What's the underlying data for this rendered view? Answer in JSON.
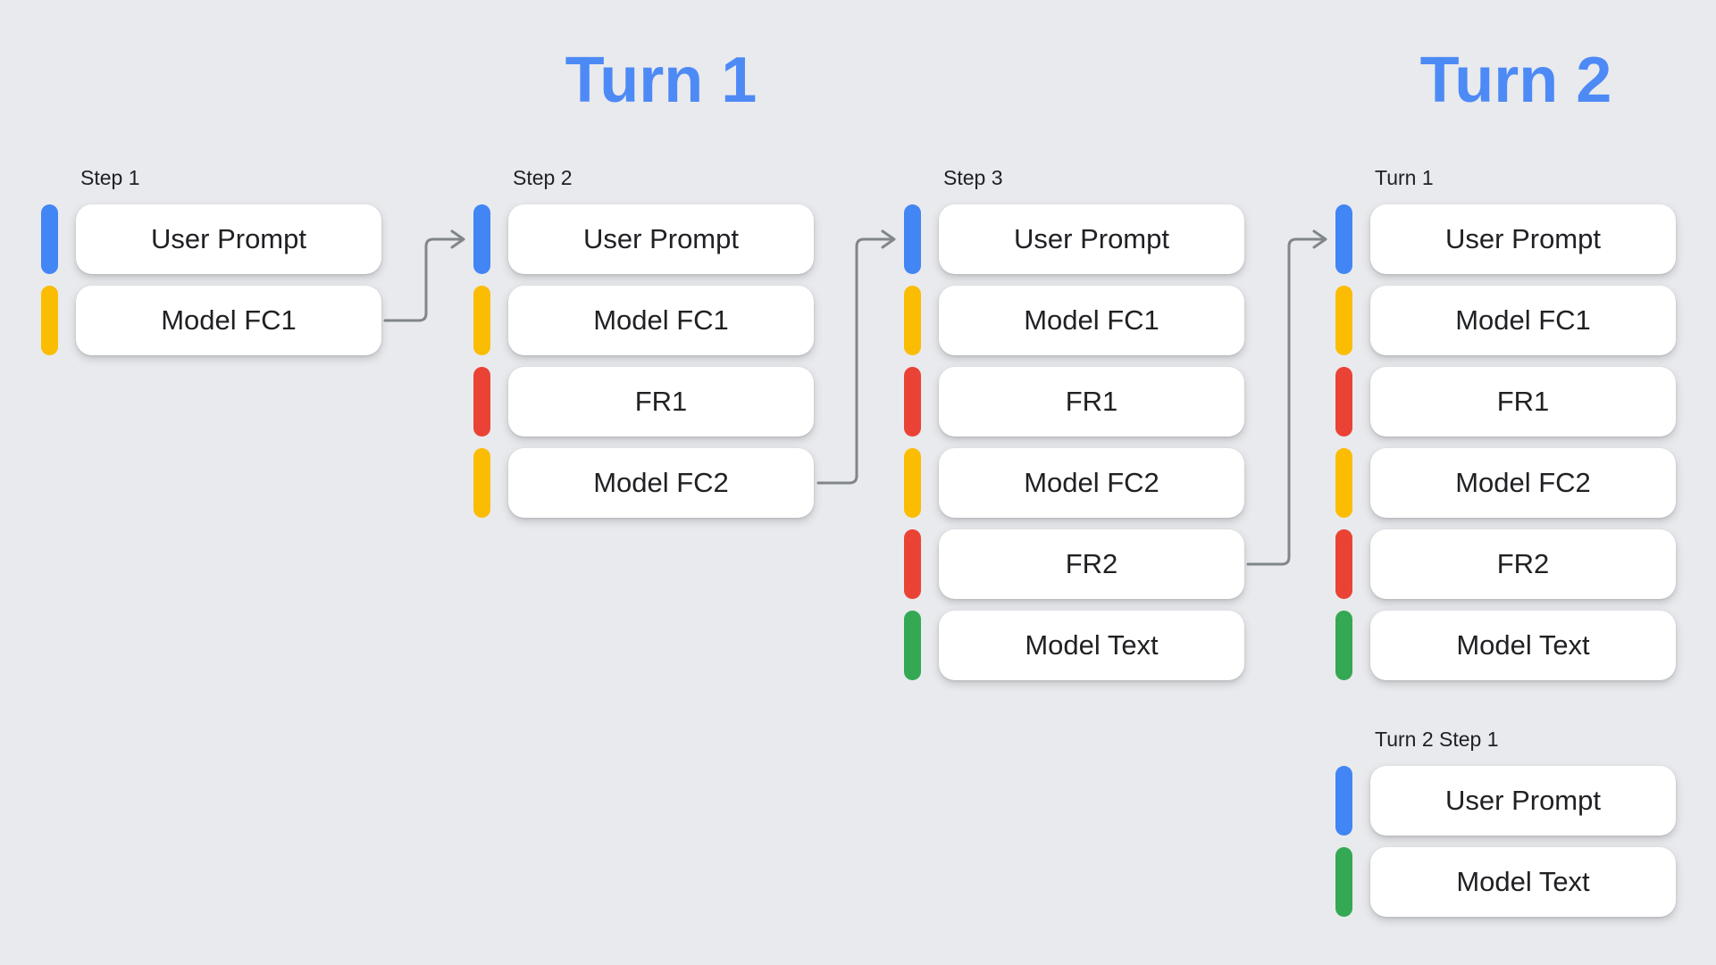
{
  "page": {
    "background": "#E9EAED"
  },
  "titles": {
    "turn1": "Turn 1",
    "turn2": "Turn 2",
    "color": "#4D8AF5"
  },
  "palette": {
    "blue": "#4285F4",
    "yellow": "#FBBC04",
    "red": "#EA4335",
    "green": "#34A853",
    "arrow_gray": "#80868B",
    "box_background": "#FFFFFF",
    "text": "#202124"
  },
  "columns": [
    {
      "label": "Step 1",
      "items": [
        {
          "text": "User Prompt",
          "color": "blue"
        },
        {
          "text": "Model FC1",
          "color": "yellow"
        }
      ]
    },
    {
      "label": "Step 2",
      "items": [
        {
          "text": "User Prompt",
          "color": "blue"
        },
        {
          "text": "Model FC1",
          "color": "yellow"
        },
        {
          "text": "FR1",
          "color": "red"
        },
        {
          "text": "Model FC2",
          "color": "yellow"
        }
      ]
    },
    {
      "label": "Step 3",
      "items": [
        {
          "text": "User Prompt",
          "color": "blue"
        },
        {
          "text": "Model FC1",
          "color": "yellow"
        },
        {
          "text": "FR1",
          "color": "red"
        },
        {
          "text": "Model FC2",
          "color": "yellow"
        },
        {
          "text": "FR2",
          "color": "red"
        },
        {
          "text": "Model Text",
          "color": "green"
        }
      ]
    },
    {
      "label": "Turn 1",
      "items": [
        {
          "text": "User Prompt",
          "color": "blue"
        },
        {
          "text": "Model FC1",
          "color": "yellow"
        },
        {
          "text": "FR1",
          "color": "red"
        },
        {
          "text": "Model FC2",
          "color": "yellow"
        },
        {
          "text": "FR2",
          "color": "red"
        },
        {
          "text": "Model Text",
          "color": "green"
        }
      ]
    },
    {
      "label": "Turn 2 Step 1",
      "items": [
        {
          "text": "User Prompt",
          "color": "blue"
        },
        {
          "text": "Model Text",
          "color": "green"
        }
      ]
    }
  ],
  "arrows": [
    {
      "from": "Step 1 / Model FC1",
      "to": "Step 2 / User Prompt"
    },
    {
      "from": "Step 2 / Model FC2",
      "to": "Step 3 / User Prompt"
    },
    {
      "from": "Step 3 / FR2",
      "to": "Turn 1 / User Prompt"
    }
  ]
}
